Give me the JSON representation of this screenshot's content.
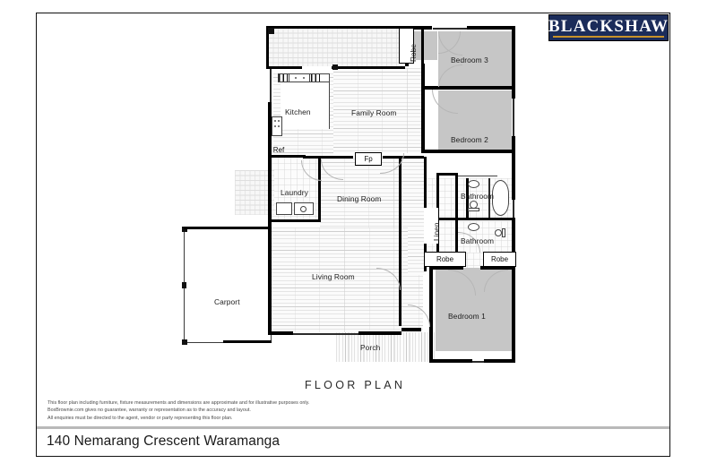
{
  "brand": {
    "logo_text": "BLACKSHAW",
    "logo_bg": "#1b2c5a",
    "logo_accent": "#c8922a"
  },
  "footer": {
    "title": "FLOOR PLAN",
    "address": "140 Nemarang Crescent Waramanga",
    "disclaimer_line1": "This floor plan including furniture, fixture measurements and dimensions are approximate and for illustrative purposes only.",
    "disclaimer_line2": "BoxBrownie.com gives no guarantee, warranty or representation as to the accuracy and layout.",
    "disclaimer_line3": "All enquiries must be directed to the agent, vendor or party representing this floor plan."
  },
  "plan": {
    "rooms": [
      {
        "key": "bedroom3",
        "label": "Bedroom 3",
        "floor": "carpet"
      },
      {
        "key": "bedroom2",
        "label": "Bedroom 2",
        "floor": "carpet"
      },
      {
        "key": "bedroom1",
        "label": "Bedroom 1",
        "floor": "carpet"
      },
      {
        "key": "family_room",
        "label": "Family Room",
        "floor": "timber"
      },
      {
        "key": "kitchen",
        "label": "Kitchen",
        "floor": "timber"
      },
      {
        "key": "dining_room",
        "label": "Dining Room",
        "floor": "timber"
      },
      {
        "key": "living_room",
        "label": "Living Room",
        "floor": "timber"
      },
      {
        "key": "laundry",
        "label": "Laundry",
        "floor": "tile"
      },
      {
        "key": "bathroom_upper",
        "label": "Bathroom",
        "floor": "tile"
      },
      {
        "key": "bathroom_lower",
        "label": "Bathroom",
        "floor": "tile"
      },
      {
        "key": "carport",
        "label": "Carport",
        "floor": "plain"
      },
      {
        "key": "porch",
        "label": "Porch",
        "floor": "deck"
      }
    ],
    "annotations": {
      "robe_top": "Robe",
      "robe_mid": "Robe",
      "robe_right": "Robe",
      "linen": "Linen",
      "fireplace": "Fp",
      "fridge": "Ref"
    },
    "colors": {
      "wall": "#000000",
      "carpet": "#c6c6c6",
      "floor_light": "#fbfbfb"
    }
  }
}
